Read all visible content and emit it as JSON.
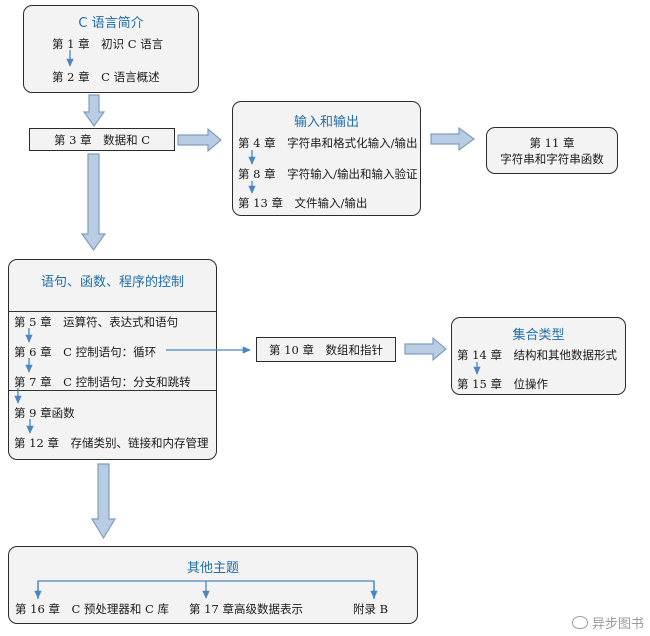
{
  "box_intro": {
    "title": "C 语言简介",
    "items": [
      "第 1 章　初识 C 语言",
      "第 2 章　C 语言概述"
    ]
  },
  "box_ch3": {
    "label": "第 3 章　数据和 C"
  },
  "box_io": {
    "title": "输入和输出",
    "items": [
      "第 4 章　字符串和格式化输入/输出",
      "第 8 章　字符输入/输出和输入验证",
      "第 13 章　文件输入/输出"
    ]
  },
  "box_ch11": {
    "line1": "第 11 章",
    "line2": "字符串和字符串函数"
  },
  "box_control": {
    "title": "语句、函数、程序的控制",
    "items": [
      "第 5 章　运算符、表达式和语句",
      "第 6 章　C 控制语句：循环",
      "第 7 章　C 控制语句：分支和跳转",
      "第 9 章函数",
      "第 12 章　存储类别、链接和内存管理"
    ]
  },
  "box_ch10": {
    "label": "第 10 章　数组和指针"
  },
  "box_types": {
    "title": "集合类型",
    "items": [
      "第 14 章　结构和其他数据形式",
      "第 15 章　位操作"
    ]
  },
  "box_other": {
    "title": "其他主题",
    "items": [
      "第 16 章　C 预处理器和 C 库",
      "第 17 章高级数据表示",
      "附录 B"
    ]
  },
  "watermark": {
    "text": "异步图书",
    "icon": "weibo-icon"
  },
  "colors": {
    "arrow_fill": "#b8cde3",
    "arrow_stroke": "#7f9dbd",
    "title": "#1f6ea8",
    "line": "#4a86c0"
  }
}
